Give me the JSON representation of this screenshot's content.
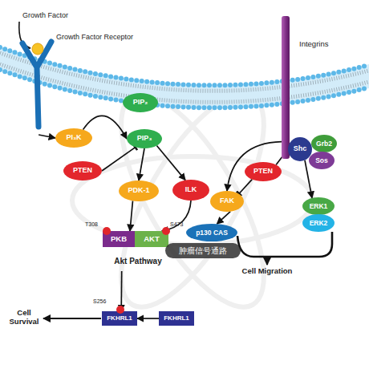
{
  "diagram": {
    "nodes": [
      {
        "text": [
          "Growth Factor Receptor"
        ]
      },
      {
        "text": [
          "Integrins"
        ]
      },
      {
        "text": [
          "PIP₂"
        ]
      },
      {
        "text": [
          "PI₃K"
        ]
      },
      {
        "text": [
          "PIP₃"
        ]
      },
      {
        "text": [
          "Shc"
        ]
      },
      {
        "text": [
          "Grb2"
        ]
      },
      {
        "text": [
          "Sos"
        ]
      },
      {
        "text": [
          "PTEN"
        ]
      },
      {
        "text": [
          "PTEN"
        ]
      },
      {
        "text": [
          "PDK-1"
        ]
      },
      {
        "text": [
          "ILK"
        ]
      },
      {
        "text": [
          "FAK"
        ]
      },
      {
        "text": [
          "ERK1"
        ]
      },
      {
        "text": [
          "ERK2"
        ]
      },
      {
        "text": [
          "PKB"
        ]
      },
      {
        "text": [
          "AKT"
        ]
      },
      {
        "text": [
          "p130 CAS"
        ]
      },
      {
        "text": [
          "FKHRL1"
        ]
      },
      {
        "text": [
          "FKHRL1"
        ]
      }
    ],
    "edges": [
      {
        "from": 0,
        "to": 3,
        "arrow": "to"
      },
      {
        "from": 3,
        "to": 4,
        "arrow": "to"
      },
      {
        "from": 8,
        "to": 4,
        "arrow": "to"
      },
      {
        "from": 4,
        "to": 10,
        "arrow": "to"
      },
      {
        "from": 4,
        "to": 11,
        "arrow": "to"
      },
      {
        "from": 10,
        "to": 15,
        "arrow": "to"
      },
      {
        "from": 11,
        "to": 16,
        "arrow": "to"
      },
      {
        "from": 15,
        "to": 18,
        "arrow": "to"
      },
      {
        "from": 19,
        "to": 18,
        "arrow": "to"
      },
      {
        "from": 1,
        "to": 12,
        "arrow": "to"
      },
      {
        "from": 9,
        "to": 5,
        "arrow": "to"
      },
      {
        "from": 9,
        "to": 12,
        "arrow": "to"
      },
      {
        "from": 5,
        "to": 13,
        "arrow": "to"
      },
      {
        "from": 12,
        "to": 17,
        "arrow": "to"
      }
    ],
    "labels": [
      "Growth Factor",
      "T308",
      "S473",
      "Akt Pathway",
      "肿瘤信号通路",
      "Cell Migration",
      "S256",
      "Cell Survival"
    ]
  }
}
